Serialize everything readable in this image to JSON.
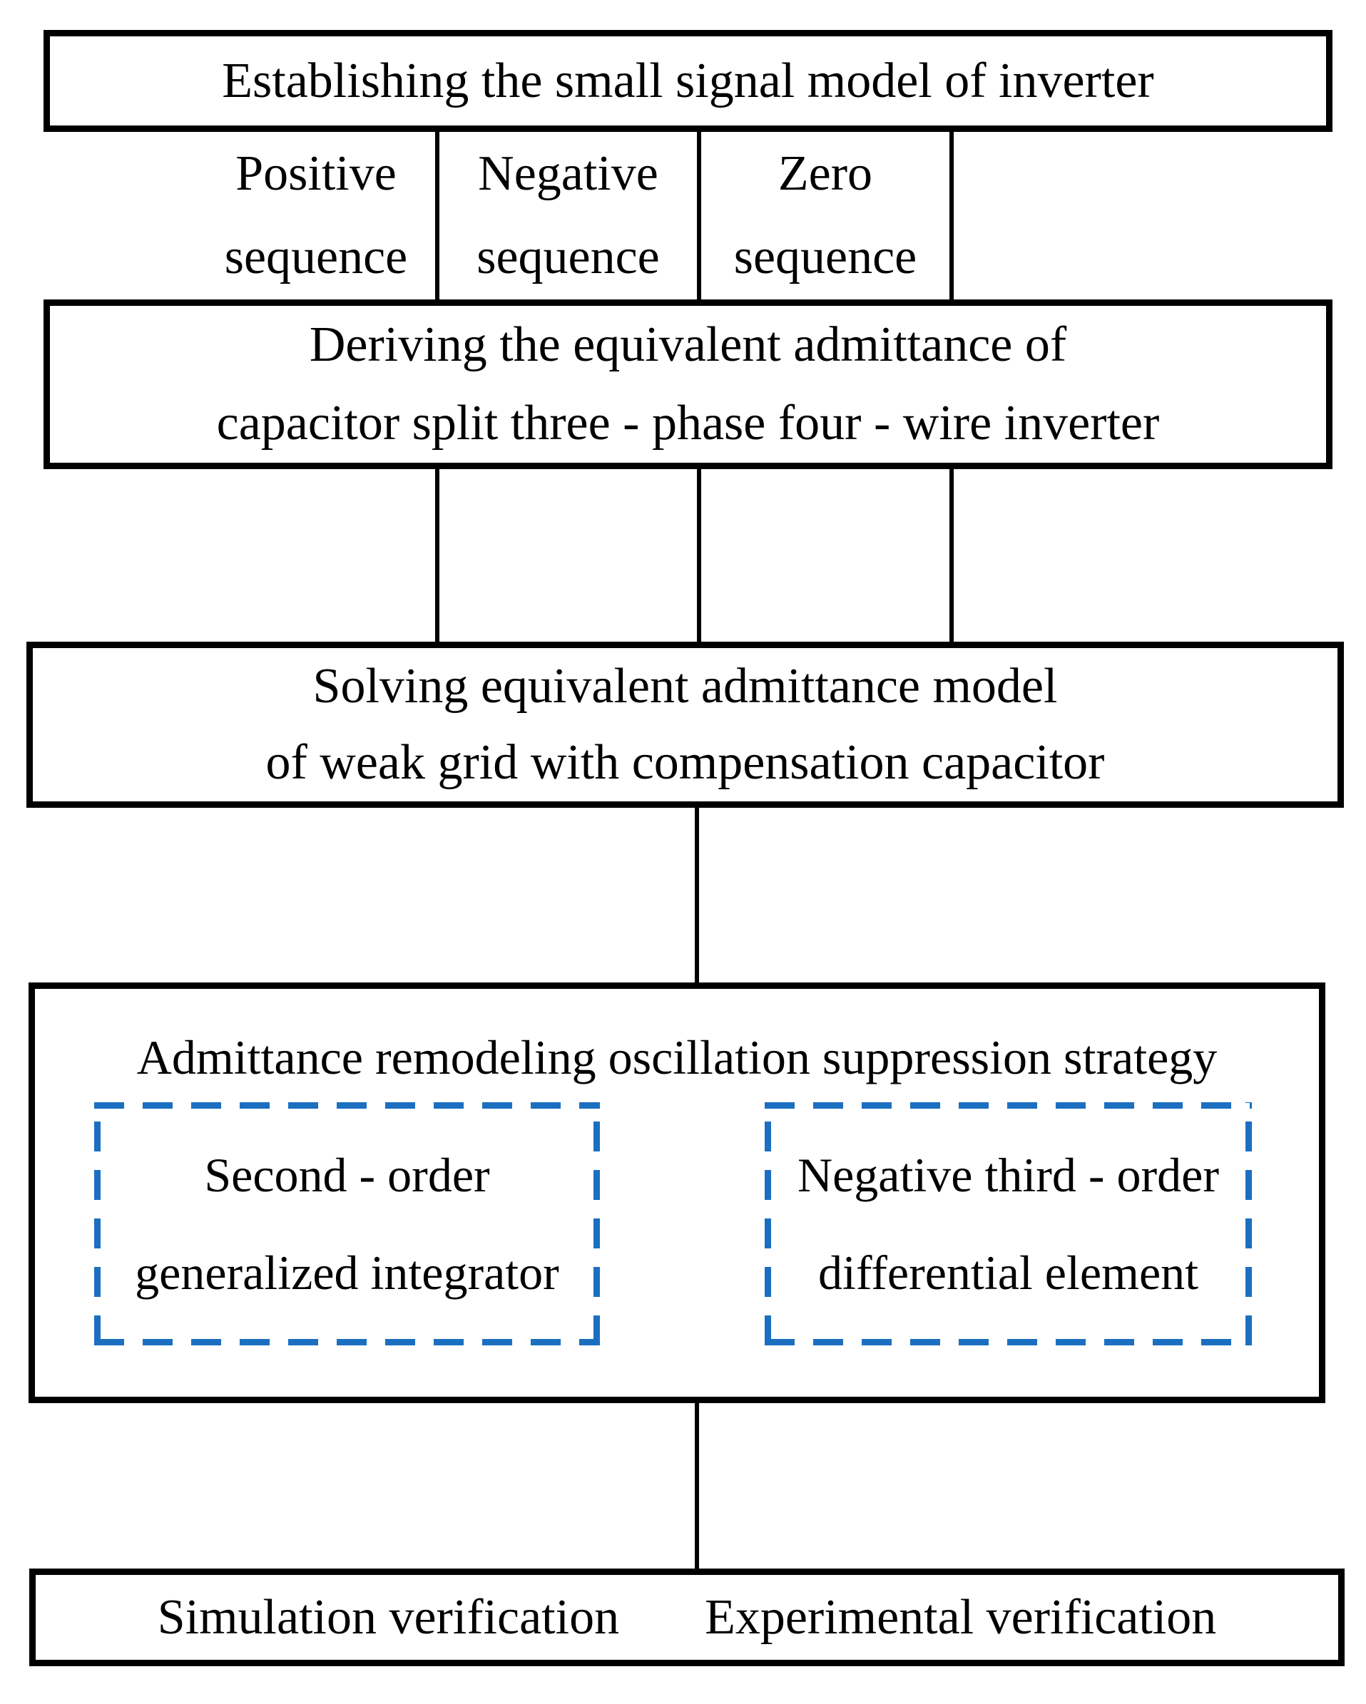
{
  "colors": {
    "border": "#000000",
    "dashed_border": "#1b6fc0",
    "background": "#ffffff",
    "text": "#000000"
  },
  "flowchart": {
    "top_box": {
      "label": "Establishing the small signal model of inverter"
    },
    "sequence_row": {
      "columns": [
        {
          "line1": "Positive",
          "line2": "sequence"
        },
        {
          "line1": "Negative",
          "line2": "sequence"
        },
        {
          "line1": "Zero",
          "line2": "sequence"
        }
      ]
    },
    "deriving_box": {
      "line1": "Deriving the equivalent admittance of",
      "line2": "capacitor split three - phase four - wire inverter"
    },
    "solving_box": {
      "line1": "Solving equivalent admittance model",
      "line2": "of weak grid with compensation capacitor"
    },
    "strategy_box": {
      "title": "Admittance remodeling oscillation suppression strategy",
      "sub_boxes": [
        {
          "line1": "Second - order",
          "line2": "generalized integrator"
        },
        {
          "line1": "Negative third - order",
          "line2": "differential element"
        }
      ]
    },
    "bottom_box": {
      "left_label": "Simulation verification",
      "right_label": "Experimental verification"
    }
  }
}
